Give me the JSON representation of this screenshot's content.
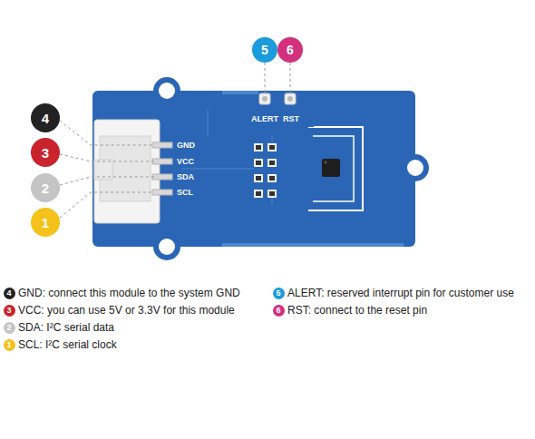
{
  "diagram": {
    "nodes": [
      {
        "text": [
          "5"
        ]
      },
      {
        "text": [
          "6"
        ]
      },
      {
        "text": [
          "4"
        ]
      },
      {
        "text": [
          "3"
        ]
      },
      {
        "text": [
          "2"
        ]
      },
      {
        "text": [
          "1"
        ]
      },
      {
        "text": [
          "4"
        ]
      },
      {
        "text": [
          "5"
        ]
      },
      {
        "text": [
          "3"
        ]
      },
      {
        "text": [
          "6"
        ]
      },
      {
        "text": [
          "2"
        ]
      },
      {
        "text": [
          "1"
        ]
      }
    ],
    "labels": [
      "ALERT",
      "RST",
      "GND",
      "VCC",
      "SDA",
      "SCL",
      "GND: connect this module to the system GND",
      "ALERT: reserved interrupt pin for customer use",
      "VCC: you can use 5V or 3.3V for this module",
      "RST: connect to the reset pin",
      "SDA: I²C serial data",
      "SCL: I²C serial clock"
    ]
  }
}
